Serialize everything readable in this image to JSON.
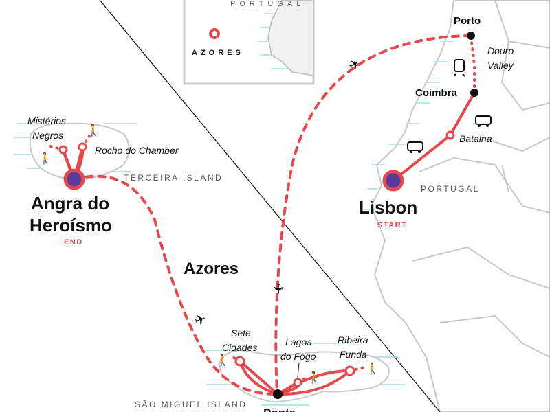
{
  "inset": {
    "country": "PORTUGAL",
    "region": "AZORES"
  },
  "mainland": {
    "porto": "Porto",
    "douro_line1": "Douro",
    "douro_line2": "Valley",
    "coimbra": "Coimbra",
    "batalha": "Batalha",
    "country": "PORTUGAL",
    "lisbon": "Lisbon",
    "start": "START"
  },
  "terceira": {
    "misterios_line1": "Mistérios",
    "misterios_line2": "Negros",
    "rocho": "Rocho do Chamber",
    "island": "TERCEIRA ISLAND",
    "angra_line1": "Angra do",
    "angra_line2": "Heroísmo",
    "end": "END"
  },
  "region_label": "Azores",
  "sao_miguel": {
    "sete_line1": "Sete",
    "sete_line2": "Cidades",
    "lagoa_line1": "Lagoa",
    "lagoa_line2": "do Fogo",
    "ribeira_line1": "Ribeira",
    "ribeira_line2": "Funda",
    "island": "SÃO MIGUEL ISLAND",
    "ponta": "Ponta"
  },
  "colors": {
    "route": "#e5484d",
    "marker_center": "#5b3a9a",
    "land_border": "#c8c8c8",
    "sea_lines": "#a8dbe0"
  },
  "icons": [
    "airplane-icon",
    "train-icon",
    "bus-icon",
    "hiker-icon"
  ]
}
